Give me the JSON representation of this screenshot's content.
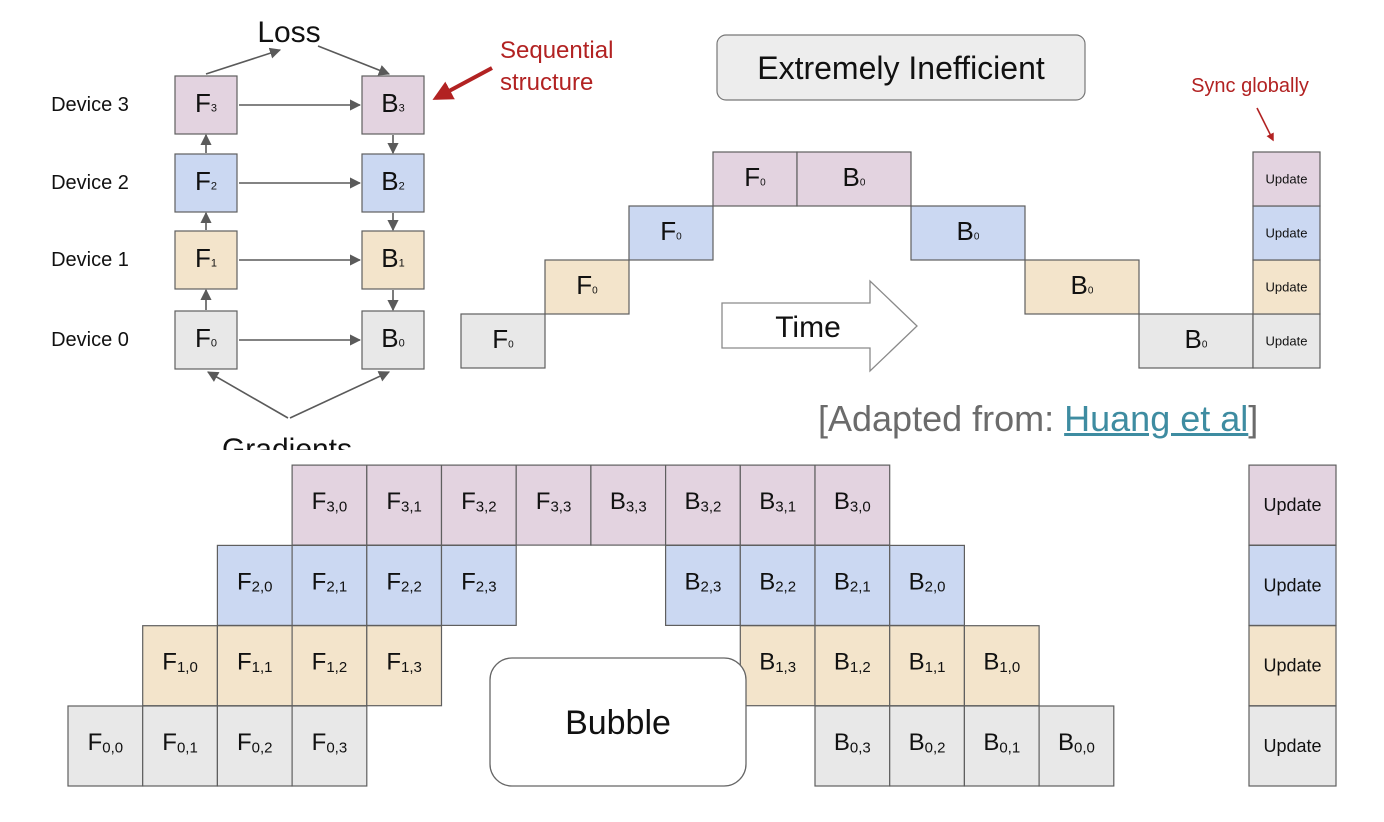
{
  "colors": {
    "device3": "#e3d3e0",
    "device2": "#cbd8f2",
    "device1": "#f3e4cb",
    "device0": "#e8e8e8",
    "accent_red": "#b22222",
    "link": "#3e8ca1",
    "caption_gray": "#6b6b6b"
  },
  "left": {
    "loss_label": "Loss",
    "gradients_label": "Gradients",
    "sequential_label_line1": "Sequential",
    "sequential_label_line2": "structure",
    "devices": [
      {
        "name": "Device 3",
        "f": "3",
        "b": "3",
        "color_key": "device3"
      },
      {
        "name": "Device 2",
        "f": "2",
        "b": "2",
        "color_key": "device2"
      },
      {
        "name": "Device 1",
        "f": "1",
        "b": "1",
        "color_key": "device1"
      },
      {
        "name": "Device 0",
        "f": "0",
        "b": "0",
        "color_key": "device0"
      }
    ]
  },
  "naive": {
    "title": "Extremely Inefficient",
    "sync_label": "Sync globally",
    "time_label": "Time",
    "forward": [
      {
        "letter": "F",
        "sub": "0",
        "device": 0
      },
      {
        "letter": "F",
        "sub": "0",
        "device": 1
      },
      {
        "letter": "F",
        "sub": "0",
        "device": 2
      },
      {
        "letter": "F",
        "sub": "0",
        "device": 3
      }
    ],
    "backward": [
      {
        "letter": "B",
        "sub": "0",
        "device": 3
      },
      {
        "letter": "B",
        "sub": "0",
        "device": 2
      },
      {
        "letter": "B",
        "sub": "0",
        "device": 1
      },
      {
        "letter": "B",
        "sub": "0",
        "device": 0
      }
    ],
    "update_label": "Update"
  },
  "caption": {
    "prefix": "[Adapted from: ",
    "link_text": "Huang et al",
    "suffix": "]"
  },
  "pipeline": {
    "bubble_label": "Bubble",
    "update_label": "Update",
    "rows": [
      {
        "device": 3,
        "cells": [
          {
            "slot": 3,
            "letter": "F",
            "sub": "3,0"
          },
          {
            "slot": 4,
            "letter": "F",
            "sub": "3,1"
          },
          {
            "slot": 5,
            "letter": "F",
            "sub": "3,2"
          },
          {
            "slot": 6,
            "letter": "F",
            "sub": "3,3"
          },
          {
            "slot": 7,
            "letter": "B",
            "sub": "3,3"
          },
          {
            "slot": 8,
            "letter": "B",
            "sub": "3,2"
          },
          {
            "slot": 9,
            "letter": "B",
            "sub": "3,1"
          },
          {
            "slot": 10,
            "letter": "B",
            "sub": "3,0"
          }
        ]
      },
      {
        "device": 2,
        "cells": [
          {
            "slot": 2,
            "letter": "F",
            "sub": "2,0"
          },
          {
            "slot": 3,
            "letter": "F",
            "sub": "2,1"
          },
          {
            "slot": 4,
            "letter": "F",
            "sub": "2,2"
          },
          {
            "slot": 5,
            "letter": "F",
            "sub": "2,3"
          },
          {
            "slot": 8,
            "letter": "B",
            "sub": "2,3"
          },
          {
            "slot": 9,
            "letter": "B",
            "sub": "2,2"
          },
          {
            "slot": 10,
            "letter": "B",
            "sub": "2,1"
          },
          {
            "slot": 11,
            "letter": "B",
            "sub": "2,0"
          }
        ]
      },
      {
        "device": 1,
        "cells": [
          {
            "slot": 1,
            "letter": "F",
            "sub": "1,0"
          },
          {
            "slot": 2,
            "letter": "F",
            "sub": "1,1"
          },
          {
            "slot": 3,
            "letter": "F",
            "sub": "1,2"
          },
          {
            "slot": 4,
            "letter": "F",
            "sub": "1,3"
          },
          {
            "slot": 9,
            "letter": "B",
            "sub": "1,3"
          },
          {
            "slot": 10,
            "letter": "B",
            "sub": "1,2"
          },
          {
            "slot": 11,
            "letter": "B",
            "sub": "1,1"
          },
          {
            "slot": 12,
            "letter": "B",
            "sub": "1,0"
          }
        ]
      },
      {
        "device": 0,
        "cells": [
          {
            "slot": 0,
            "letter": "F",
            "sub": "0,0"
          },
          {
            "slot": 1,
            "letter": "F",
            "sub": "0,1"
          },
          {
            "slot": 2,
            "letter": "F",
            "sub": "0,2"
          },
          {
            "slot": 3,
            "letter": "F",
            "sub": "0,3"
          },
          {
            "slot": 10,
            "letter": "B",
            "sub": "0,3"
          },
          {
            "slot": 11,
            "letter": "B",
            "sub": "0,2"
          },
          {
            "slot": 12,
            "letter": "B",
            "sub": "0,1"
          },
          {
            "slot": 13,
            "letter": "B",
            "sub": "0,0"
          }
        ]
      }
    ]
  }
}
